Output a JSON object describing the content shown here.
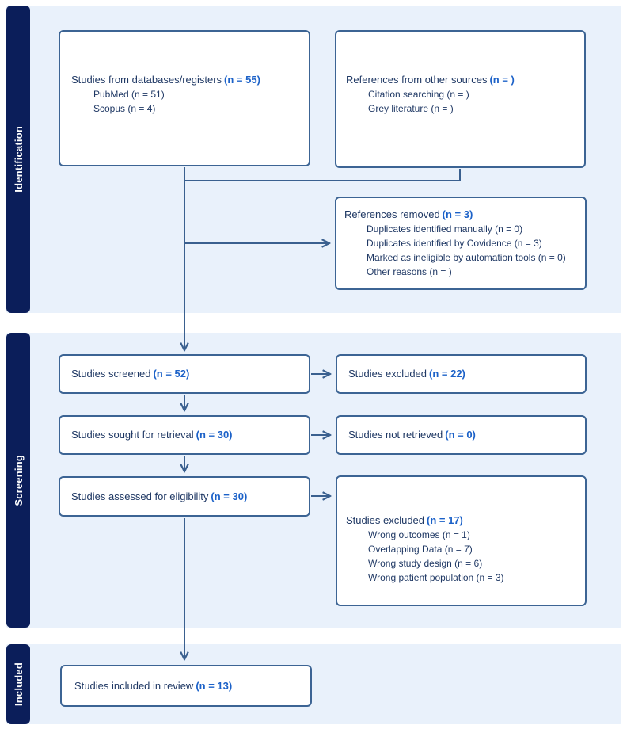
{
  "diagram": {
    "type": "prisma-flow",
    "sections": [
      {
        "id": "identification",
        "label": "Identification"
      },
      {
        "id": "screening",
        "label": "Screening"
      },
      {
        "id": "included",
        "label": "Included"
      }
    ],
    "boxes": {
      "databases": {
        "title": "Studies from databases/registers",
        "n": "(n = 55)",
        "items": [
          "PubMed (n = 51)",
          "Scopus (n = 4)"
        ]
      },
      "other_sources": {
        "title": "References from other sources",
        "n": "(n = )",
        "items": [
          "Citation searching (n = )",
          "Grey literature (n = )"
        ]
      },
      "removed": {
        "title": "References removed",
        "n": "(n = 3)",
        "items": [
          "Duplicates identified manually (n = 0)",
          "Duplicates identified by Covidence (n = 3)",
          "Marked as ineligible by automation tools (n = 0)",
          "Other reasons (n = )"
        ]
      },
      "screened": {
        "title": "Studies screened",
        "n": "(n = 52)"
      },
      "excluded_1": {
        "title": "Studies excluded",
        "n": "(n = 22)"
      },
      "sought": {
        "title": "Studies sought for retrieval",
        "n": "(n = 30)"
      },
      "not_retrieved": {
        "title": "Studies not retrieved",
        "n": "(n = 0)"
      },
      "assessed": {
        "title": "Studies assessed for eligibility",
        "n": "(n = 30)"
      },
      "excluded_2": {
        "title": "Studies excluded",
        "n": "(n = 17)",
        "items": [
          "Wrong outcomes (n = 1)",
          "Overlapping Data (n = 7)",
          "Wrong study design (n = 6)",
          "Wrong patient population (n = 3)"
        ]
      },
      "included_review": {
        "title": "Studies included in review",
        "n": "(n = 13)"
      }
    },
    "colors": {
      "sidebar": "#0b1e5a",
      "section_background": "#e9f1fb",
      "box_border": "#3c6494",
      "arrow": "#3a608f",
      "text": "#1f3864",
      "count_accent": "#1b61c8"
    }
  }
}
